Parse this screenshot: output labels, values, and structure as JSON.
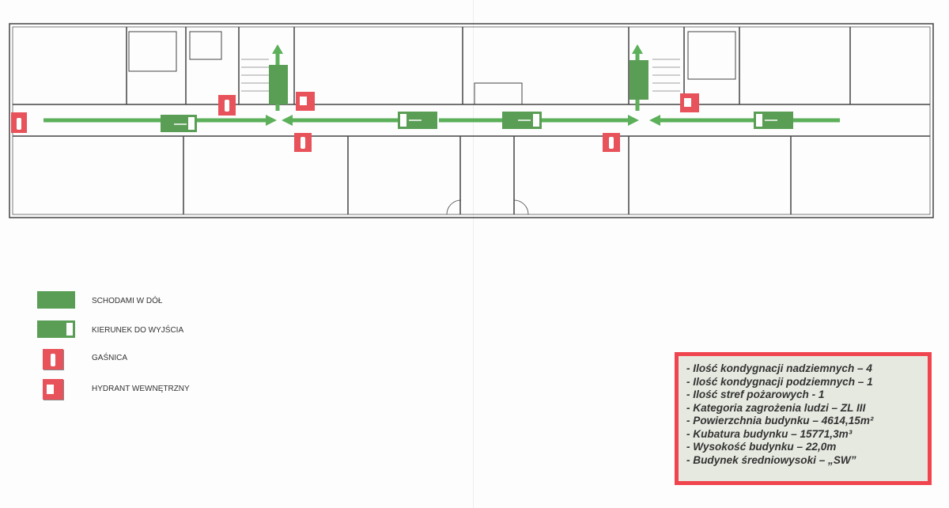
{
  "legend": [
    {
      "icon": "stairs-down-exit-sign",
      "label": "SCHODAMI W DÓŁ"
    },
    {
      "icon": "exit-direction-sign",
      "label": "KIERUNEK DO WYJŚCIA"
    },
    {
      "icon": "fire-extinguisher-sign",
      "label": "GAŚNICA"
    },
    {
      "icon": "fire-hydrant-sign",
      "label": "HYDRANT WEWNĘTRZNY"
    }
  ],
  "info": {
    "lines": [
      "- Ilość kondygnacji nadziemnych – 4",
      "- Ilość kondygnacji podziemnych – 1",
      "- Ilość stref pożarowych - 1",
      "- Kategoria zagrożenia ludzi – ZL III",
      "- Powierzchnia budynku – 4614,15m²",
      "- Kubatura budynku – 15771,3m³",
      "- Wysokość budynku – 22,0m",
      "- Budynek średniowysoki – „SW”"
    ]
  },
  "colors": {
    "green": "#5a9e55",
    "red": "#e8525a",
    "frame": "#f0454f",
    "wall": "#444444"
  }
}
